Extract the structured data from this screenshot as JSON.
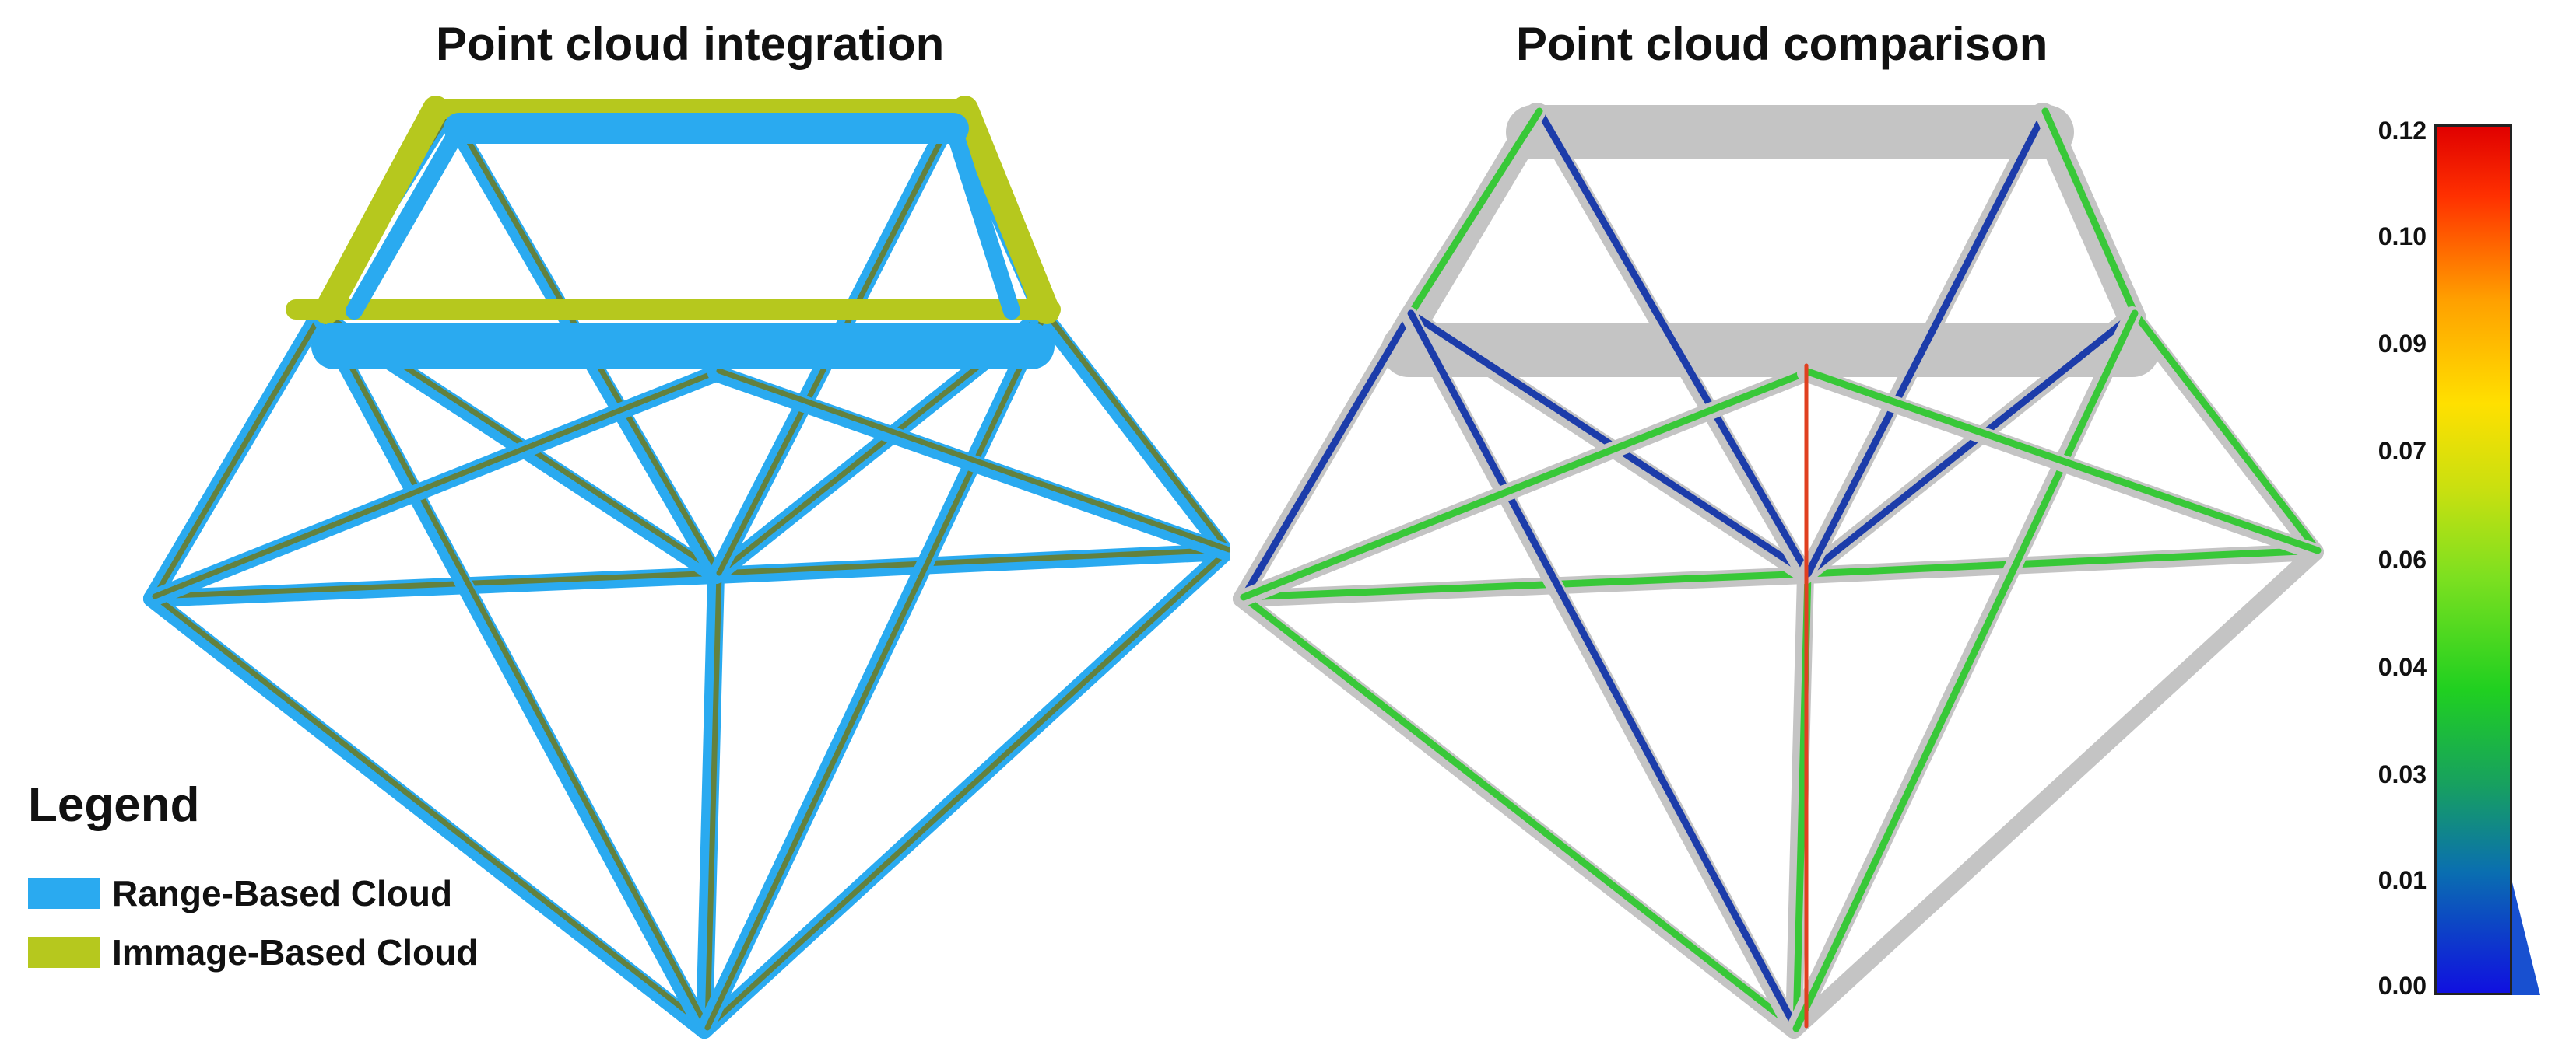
{
  "titles": {
    "left": "Point cloud integration",
    "right": "Point cloud comparison"
  },
  "legend": {
    "title": "Legend",
    "items": [
      {
        "label": "Range-Based Cloud",
        "color": "#2aaaf0"
      },
      {
        "label": "Immage-Based Cloud",
        "color": "#b6c81e"
      }
    ]
  },
  "colors": {
    "range_cloud": "#2aaaf0",
    "image_cloud": "#b6c81e",
    "image_cloud_dark": "#6e7a20",
    "comparison_gray": "#c4c4c4",
    "comparison_green": "#38c838",
    "comparison_blue": "#1c3caa"
  },
  "scale": {
    "ticks": [
      "0.12",
      "0.10",
      "0.09",
      "0.07",
      "0.06",
      "0.04",
      "0.03",
      "0.01",
      "0.00"
    ]
  }
}
